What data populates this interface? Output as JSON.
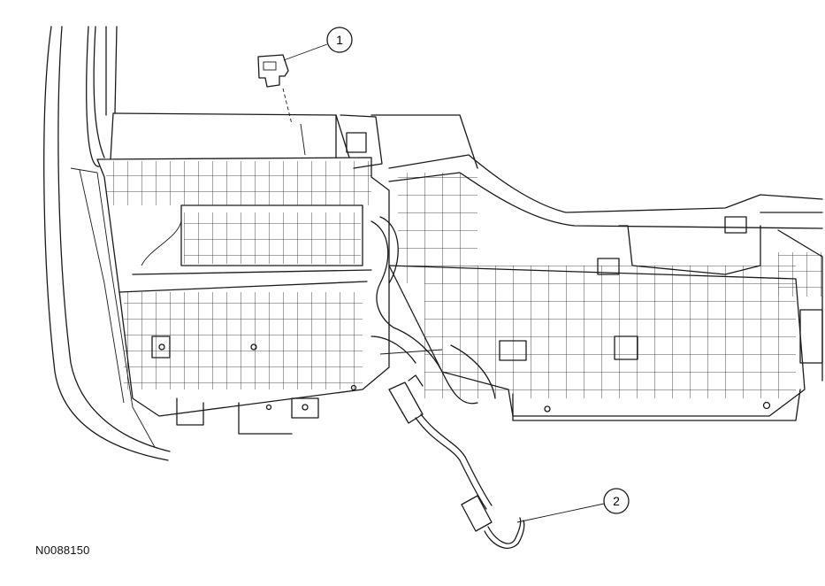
{
  "figure_id": "N0088150",
  "callouts": [
    {
      "number": "1",
      "part": "module-connector"
    },
    {
      "number": "2",
      "part": "wiring-harness-jumper"
    }
  ],
  "colors": {
    "line": "#1a1a1a",
    "background": "#ffffff"
  }
}
